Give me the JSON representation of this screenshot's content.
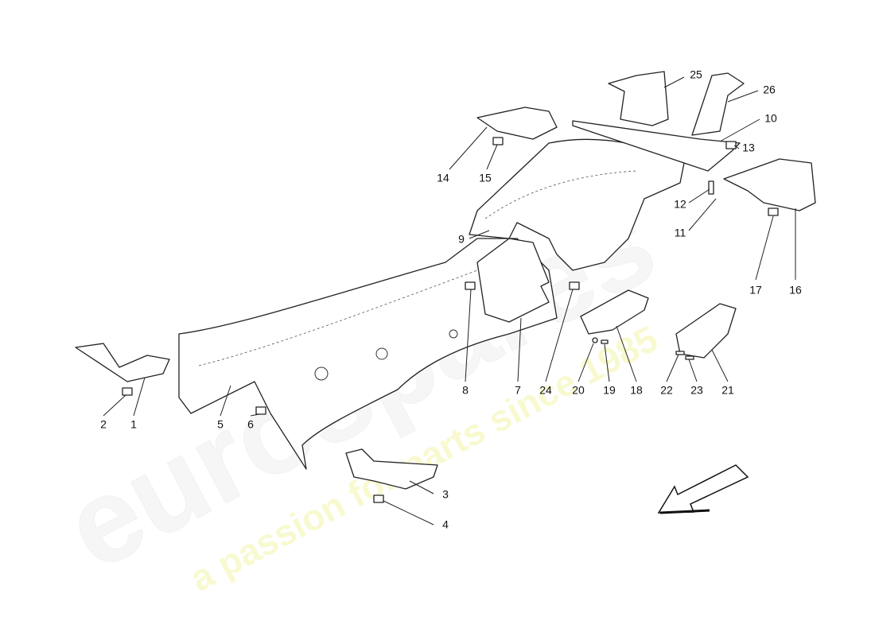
{
  "watermark": {
    "logo": "eurospares",
    "tagline": "a passion for parts since 1985"
  },
  "callouts": [
    "1",
    "2",
    "3",
    "4",
    "5",
    "6",
    "7",
    "8",
    "9",
    "10",
    "11",
    "12",
    "13",
    "14",
    "15",
    "16",
    "17",
    "18",
    "19",
    "20",
    "21",
    "22",
    "23",
    "24",
    "25",
    "26"
  ],
  "direction_arrow": "arrow-down-left-icon"
}
